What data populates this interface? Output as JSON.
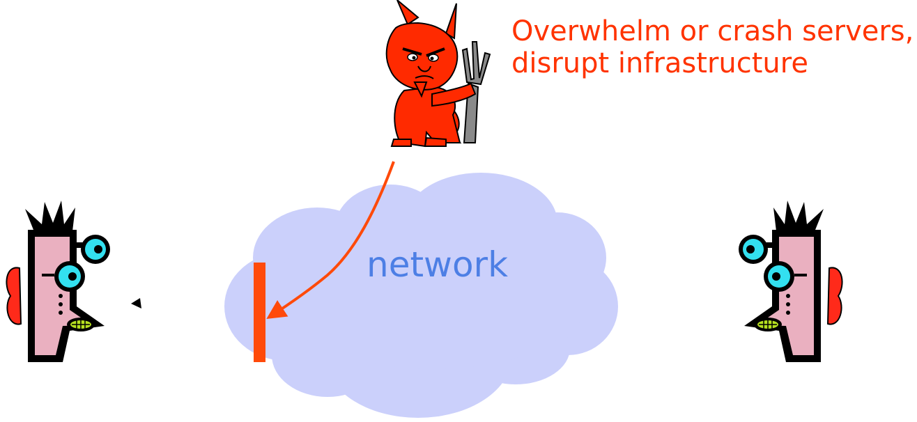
{
  "attacker": {
    "goal_line_1": "Overwhelm or crash servers,",
    "goal_line_2": "disrupt infrastructure",
    "icon": "devil-icon"
  },
  "network": {
    "label": "network",
    "icon": "cloud-icon"
  },
  "endpoints": [
    {
      "role": "left-person",
      "icon": "person-icon"
    },
    {
      "role": "right-person",
      "icon": "person-icon"
    }
  ],
  "colors": {
    "attack": "#ff3300",
    "barrier": "#ff4a0a",
    "cloud": "#cbd0fb",
    "network_text": "#4d7fe5"
  }
}
